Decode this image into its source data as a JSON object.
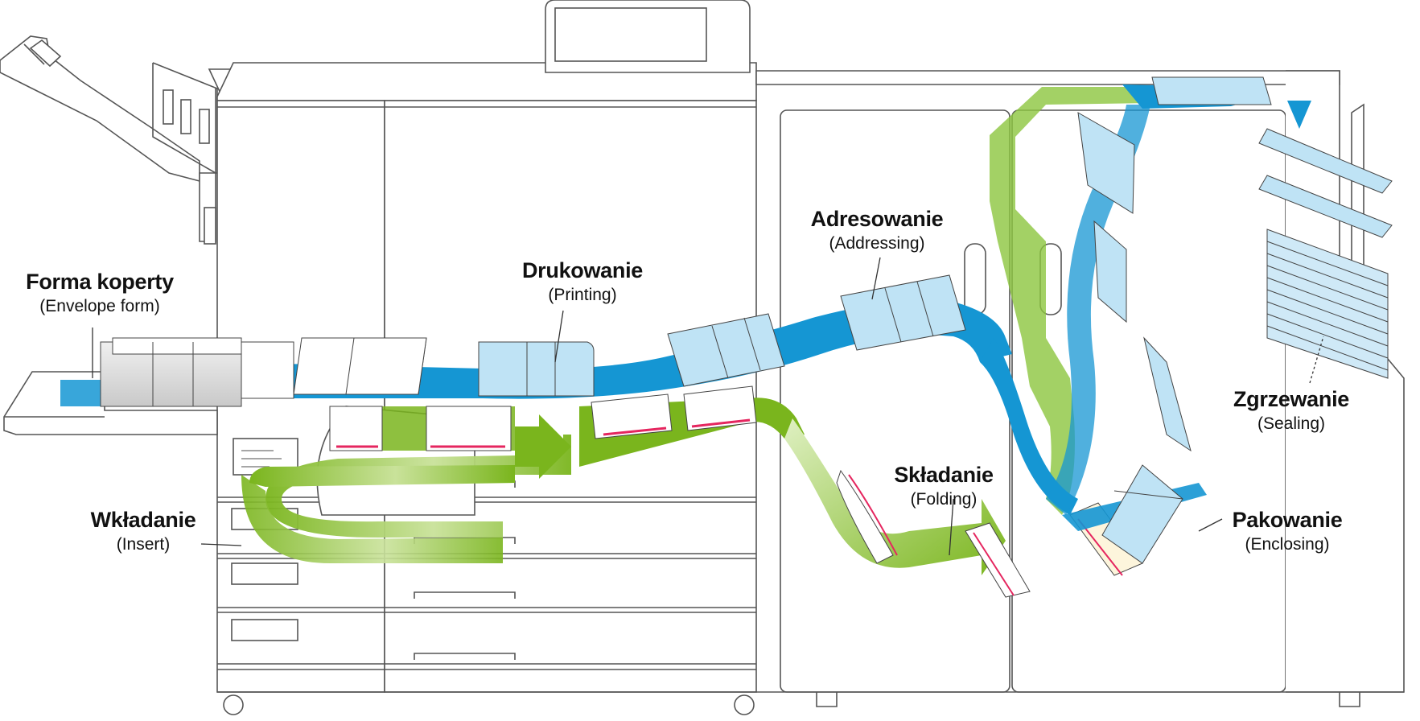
{
  "diagram": {
    "colors": {
      "envelope_path": "#1596d3",
      "insert_path": "#7ab51d",
      "print_mark": "#e5265f",
      "machine_outline": "#555555",
      "envelope_fill": "#bfe3f5"
    },
    "stages": [
      {
        "id": "envelope-form",
        "label_pl": "Forma koperty",
        "label_en": "(Envelope form)"
      },
      {
        "id": "printing",
        "label_pl": "Drukowanie",
        "label_en": "(Printing)"
      },
      {
        "id": "addressing",
        "label_pl": "Adresowanie",
        "label_en": "(Addressing)"
      },
      {
        "id": "sealing",
        "label_pl": "Zgrzewanie",
        "label_en": "(Sealing)"
      },
      {
        "id": "folding",
        "label_pl": "Składanie",
        "label_en": "(Folding)"
      },
      {
        "id": "enclosing",
        "label_pl": "Pakowanie",
        "label_en": "(Enclosing)"
      },
      {
        "id": "insert",
        "label_pl": "Wkładanie",
        "label_en": "(Insert)"
      }
    ]
  }
}
